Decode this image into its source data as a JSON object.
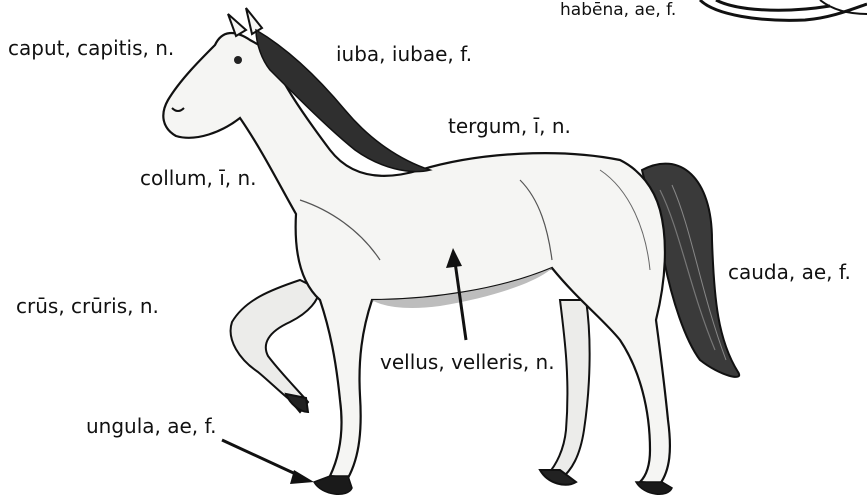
{
  "labels": {
    "habena": "habēna, ae, f.",
    "caput": "caput, capitis, n.",
    "iuba": "iuba, iubae, f.",
    "tergum": "tergum, ī, n.",
    "collum": "collum, ī, n.",
    "cauda": "cauda, ae, f.",
    "crus": "crūs, crūris, n.",
    "vellus": "vellus, velleris, n.",
    "ungula": "ungula, ae, f."
  },
  "colors": {
    "ink": "#111111",
    "background": "#ffffff",
    "coat": "#f4f4f2",
    "shade": "#cfcfcf"
  }
}
